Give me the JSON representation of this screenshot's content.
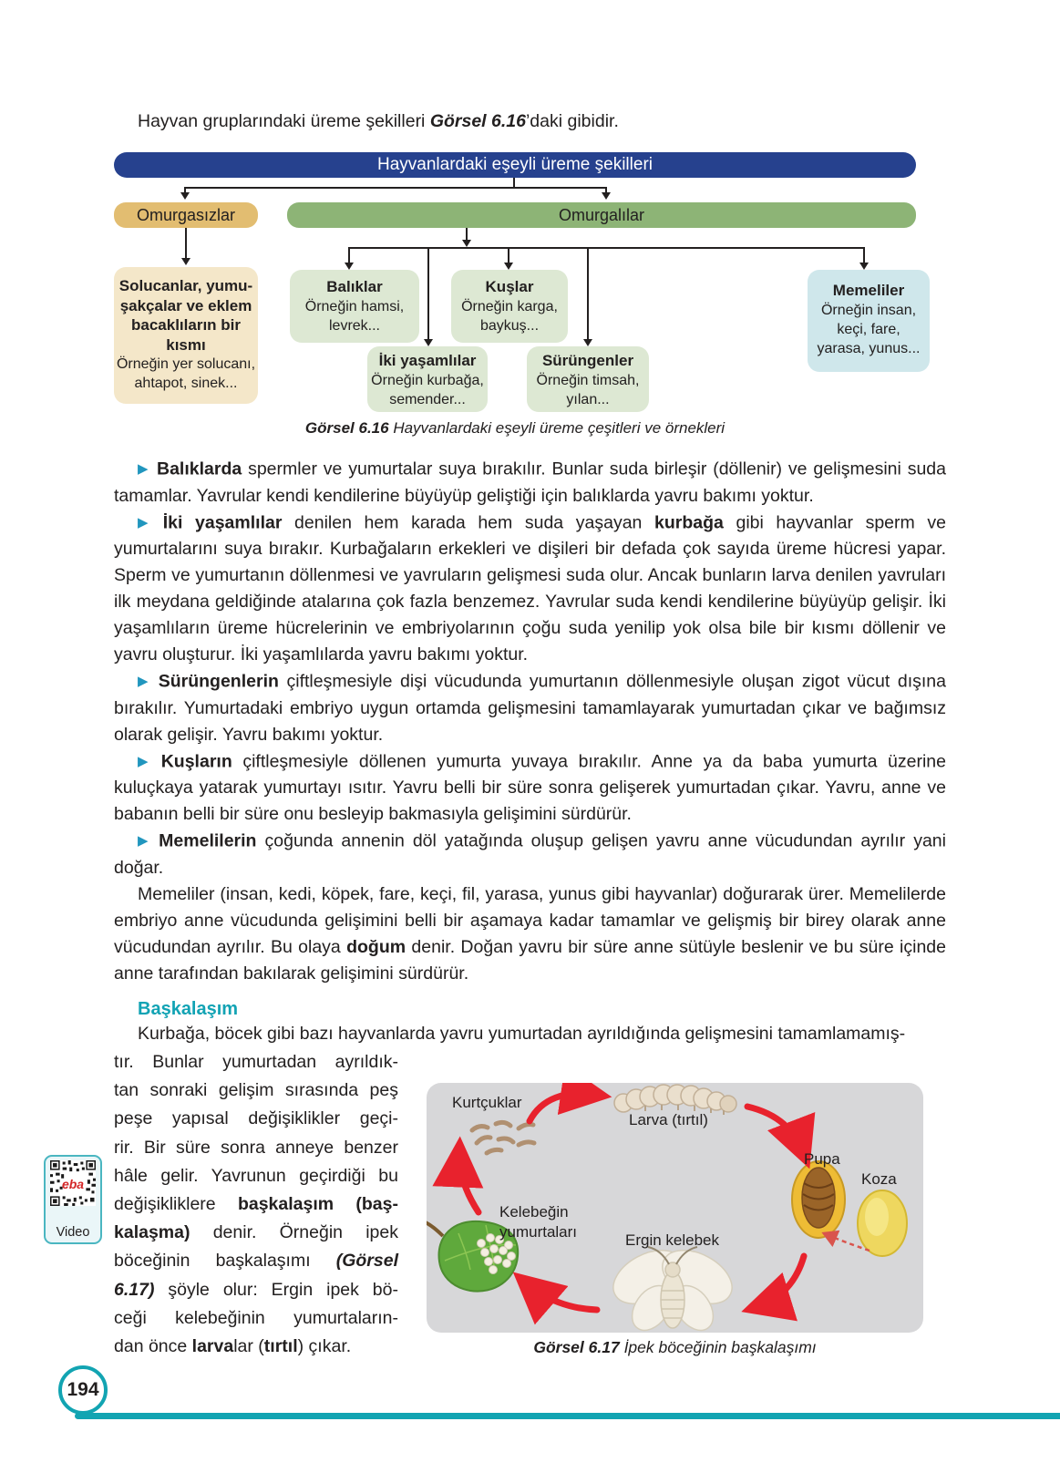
{
  "colors": {
    "header_blue": "#26418e",
    "invert_tan": "#e2bd71",
    "invert_tan_light": "#f4e7c9",
    "vert_green": "#8db476",
    "green_light": "#dde8d3",
    "blue_light": "#cfe7eb",
    "teal": "#12a4b2",
    "bullet_blue": "#2196be",
    "arrow_red": "#e8222d",
    "panel_gray": "#d7d7d9"
  },
  "intro": {
    "pre": "Hayvan gruplarındaki üreme şekilleri ",
    "ref": "Görsel 6.16",
    "post": "’daki gibidir."
  },
  "diagram": {
    "title": "Hayvanlardaki eşeyli üreme şekilleri",
    "omurgasizlar": "Omurgasızlar",
    "omurgalilar": "Omurgalılar",
    "inv_title": "Solucanlar, yumu-\nşakçalar ve eklem\nbacaklıların bir\nkısmı",
    "inv_examples": "Örneğin yer solucanı,\nahtapot, sinek...",
    "fish_title": "Balıklar",
    "fish_examples": "Örneğin hamsi,\nlevrek...",
    "birds_title": "Kuşlar",
    "birds_examples": "Örneğin karga,\nbaykuş...",
    "amphibians_title": "İki yaşamlılar",
    "amphibians_examples": "Örneğin kurbağa,\nsemender...",
    "reptiles_title": "Sürüngenler",
    "reptiles_examples": "Örneğin timsah,\nyılan...",
    "mammals_title": "Memeliler",
    "mammals_examples": "Örneğin insan,\nkeçi, fare,\nyarasa, yunus..."
  },
  "captions": {
    "g16_label": "Görsel 6.16",
    "g16_text": " Hayvanlardaki eşeyli üreme çeşitleri ve örnekleri",
    "g17_label": "Görsel 6.17",
    "g17_text": " İpek böceğinin başkalaşımı"
  },
  "body": {
    "bullet": "▶",
    "p1": {
      "b1": "Balıklarda",
      "r1": " spermler ve yumurtalar suya bırakılır. Bunlar suda birleşir (döllenir) ve gelişmesini suda tamamlar. Yavrular kendi kendilerine büyüyüp geliştiği için balıklarda yavru bakımı yoktur."
    },
    "p2": {
      "b1": "İki yaşamlılar",
      "r1": " denilen hem karada hem suda yaşayan ",
      "b2": "kurbağa",
      "r2": " gibi hayvanlar sperm ve yumurtalarını suya bırakır. Kurbağaların erkekleri ve dişileri bir defada çok sayıda üreme hücresi yapar. Sperm ve yumurtanın döllenmesi ve yavruların gelişmesi suda olur. Ancak bunların larva denilen yavruları ilk meydana geldiğinde atalarına çok fazla benzemez. Yavrular suda kendi kendilerine büyüyüp gelişir. İki yaşamlıların üreme hücrelerinin ve embriyolarının çoğu suda yenilip yok olsa bile bir kısmı döllenir ve yavru oluşturur. İki yaşamlılarda yavru bakımı yoktur."
    },
    "p3": {
      "b1": "Sürüngenlerin",
      "r1": " çiftleşmesiyle dişi vücudunda yumurtanın döllenmesiyle oluşan zigot vücut dışına bırakılır. Yumurtadaki embriyo uygun ortamda gelişmesini tamamlayarak yumurtadan çıkar ve bağımsız olarak gelişir. Yavru bakımı yoktur."
    },
    "p4": {
      "b1": "Kuşların",
      "r1": " çiftleşmesiyle döllenen yumurta yuvaya bırakılır. Anne ya da baba yumurta üzerine kuluçkaya yatarak yumurtayı ısıtır. Yavru belli bir süre sonra gelişerek yumurtadan çıkar. Yavru, anne ve babanın belli bir süre onu besleyip bakmasıyla gelişimini sürdürür."
    },
    "p5": {
      "b1": "Memelilerin",
      "r1": " çoğunda annenin döl yatağında oluşup gelişen yavru anne vücudundan ayrılır yani doğar."
    },
    "p6": {
      "r1": "Memeliler (insan, kedi, köpek, fare, keçi, fil, yarasa, yunus gibi hayvanlar) doğurarak ürer. Memelilerde embriyo anne vücudunda gelişimini belli bir aşamaya kadar tamamlar ve gelişmiş bir birey olarak anne vücudundan ayrılır. Bu olaya ",
      "b1": "doğum",
      "r2": " denir. Doğan yavru bir süre anne sütüyle beslenir ve bu süre içinde anne tarafından bakılarak gelişimini sürdürür."
    },
    "heading": "Başkalaşım",
    "p7": "Kurbağa, böcek gibi bazı hayvanlarda yavru yumurtadan ayrıldığında gelişmesini tamamlamamış-"
  },
  "column": {
    "l1": "tır. Bunlar yumurtadan ayrıldık-",
    "l2": "tan sonraki gelişim sırasında peş",
    "l3": "peşe yapısal değişiklikler geçi-",
    "l4": "rir. Bir süre sonra anneye benzer",
    "l5": "hâle gelir. Yavrunun geçirdiği bu",
    "l6a": "değişikliklere ",
    "l6b": "başkalaşım (baş-",
    "l7a": "kalaşma)",
    "l7b": " denir. Örneğin ipek",
    "l8a": "böceğinin başkalaşımı ",
    "l8b": "(Görsel",
    "l9a": "6.17)",
    "l9b": " şöyle olur: Ergin ipek bö-",
    "l10": "ceği kelebeğinin yumurtaların-",
    "l11a": "dan önce ",
    "l11b": "larva",
    "l11c": "lar (",
    "l11d": "tırtıl",
    "l11e": ") çıkar."
  },
  "figure": {
    "kurtcuklar": "Kurtçuklar",
    "larva": "Larva (tırtıl)",
    "pupa": "Pupa",
    "koza": "Koza",
    "kelebegin": "Kelebeğin\nyumurtaları",
    "ergin": "Ergin kelebek"
  },
  "video": {
    "label": "Video",
    "logo": "eba"
  },
  "footer": {
    "page_number": "194"
  }
}
